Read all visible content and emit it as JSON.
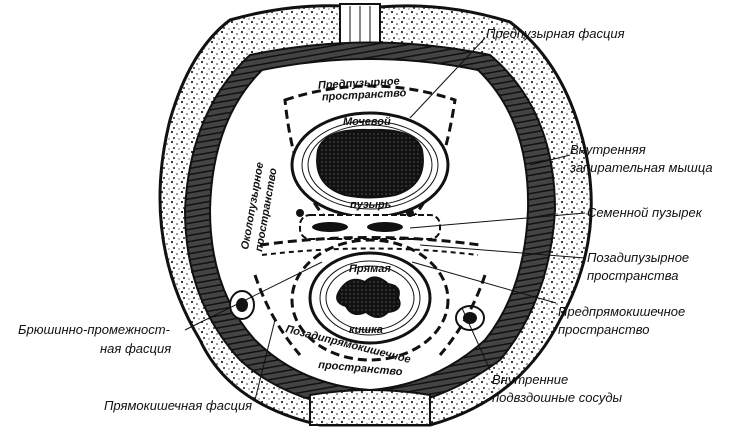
{
  "labels": {
    "prepubic_fascia": "Предпузырная фасция",
    "internal_obturator_1": "Внутренняя",
    "internal_obturator_2": "запирательная мышца",
    "seminal_vesicle": "Семенной пузырек",
    "retrovesical_1": "Позадипузырное",
    "retrovesical_2": "пространства",
    "prerectal_1": "Предпрямокишечное",
    "prerectal_2": "пространство",
    "iliac_vessels_1": "Внутренние",
    "iliac_vessels_2": "подвздошные сосуды",
    "rectal_fascia": "Прямокишечная фасция",
    "peritoneal_fascia_1": "Брюшинно-промежност-",
    "peritoneal_fascia_2": "ная фасция"
  },
  "inner_text": {
    "prevesical_space_1": "Предпузырное",
    "prevesical_space_2": "пространство",
    "paravesical_1": "Околопузырное",
    "paravesical_2": "пространство",
    "urinary_1": "Мочевой",
    "urinary_2": "пузырь",
    "rectum_1": "Прямая",
    "rectum_2": "кишка",
    "retrorectal_1": "Позадипрямокишечное",
    "retrorectal_2": "пространство"
  },
  "colors": {
    "ink": "#111111",
    "paper": "#ffffff"
  }
}
